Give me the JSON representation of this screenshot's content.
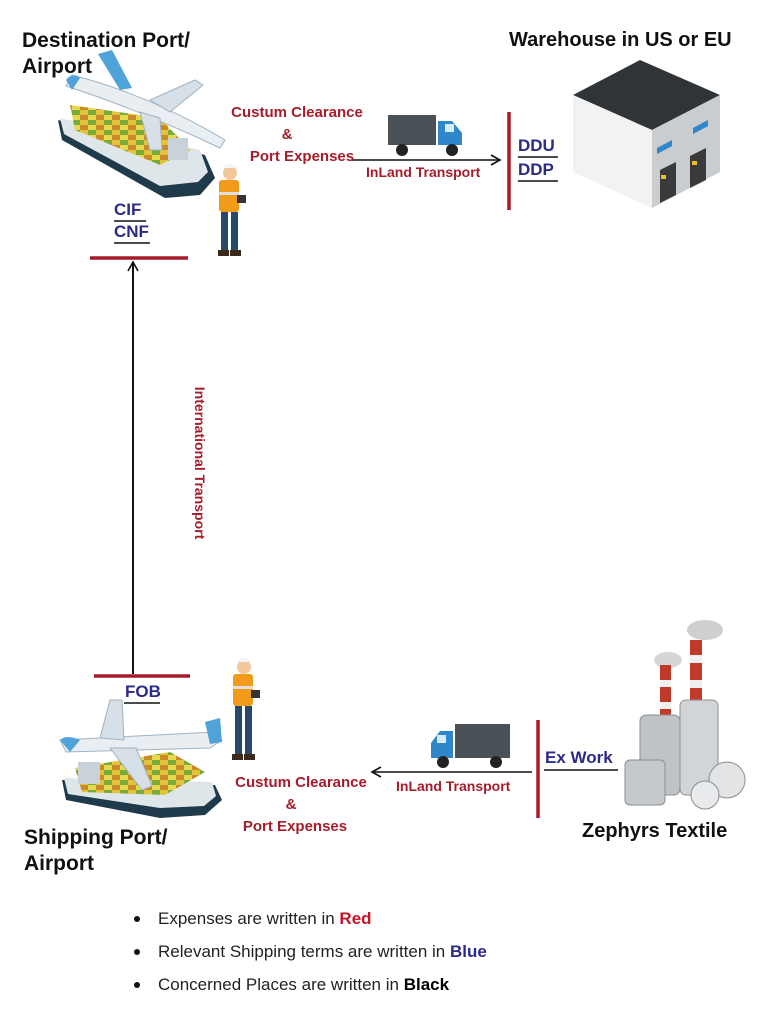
{
  "places": {
    "destination": [
      "Destination Port/",
      "Airport"
    ],
    "warehouse": "Warehouse in US or EU",
    "shipping": [
      "Shipping Port/",
      "Airport"
    ],
    "factory": "Zephyrs Textile"
  },
  "expenses": {
    "top": {
      "line1": "Custum Clearance",
      "amp": "&",
      "line2": "Port Expenses"
    },
    "bottom": {
      "line1": "Custum Clearance",
      "amp": "&",
      "line2": "Port Expenses"
    },
    "inland_top": "InLand Transport",
    "inland_bottom": "InLand Transport",
    "international": "International Transport"
  },
  "terms": {
    "ddu": "DDU",
    "ddp": "DDP",
    "cif": "CIF",
    "cnf": "CNF",
    "fob": "FOB",
    "exwork": "Ex Work"
  },
  "legend": [
    {
      "text": "Expenses are written in ",
      "keyword": "Red"
    },
    {
      "text": "Relevant Shipping terms are written in ",
      "keyword": "Blue"
    },
    {
      "text": "Concerned Places are written in ",
      "keyword": "Black"
    }
  ],
  "colors": {
    "expense": "#a61c2a",
    "term": "#2b2a86",
    "place": "#111111"
  },
  "icons": [
    "airplane-icon",
    "cargo-ship-icon",
    "worker-icon",
    "truck-icon",
    "warehouse-icon",
    "factory-icon"
  ]
}
